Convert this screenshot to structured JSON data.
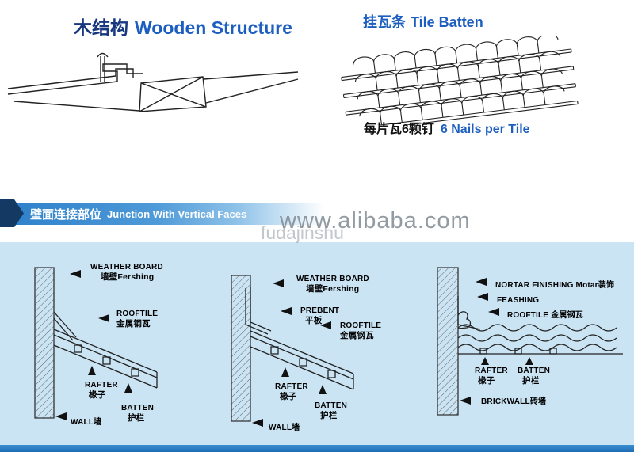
{
  "colors": {
    "title_blue": "#1d5fc0",
    "dark_navy": "#17387f",
    "banner_blue": "#2b7fca",
    "ribbon_navy": "#143a63",
    "panel_bg": "#cae4f4",
    "bottom_bar": "#2878c0",
    "line_dark": "#222222",
    "watermark_gray": "#8b949b"
  },
  "header": {
    "wooden_structure_zh": "木结构",
    "wooden_structure_en": "Wooden Structure",
    "tile_batten_zh": "挂瓦条",
    "tile_batten_en": "Tile Batten",
    "nails_zh": "每片瓦6颗钉",
    "nails_en": "6 Nails per Tile"
  },
  "banner": {
    "zh": "壁面连接部位",
    "en": "Junction With Vertical Faces"
  },
  "watermark": {
    "brand": "fudajinshu",
    "domain": "www.alibaba.com"
  },
  "diagram1": {
    "weather_board": "WEATHER BOARD",
    "weather_board_zh": "墙壁Fershing",
    "rooftile": "ROOFTILE",
    "rooftile_zh": "金属钢瓦",
    "rafter": "RAFTER",
    "rafter_zh": "椽子",
    "batten": "BATTEN",
    "batten_zh": "护栏",
    "wall": "WALL墙"
  },
  "diagram2": {
    "weather_board": "WEATHER BOARD",
    "weather_board_zh": "墙壁Fershing",
    "prebent": "PREBENT",
    "prebent_zh": "平板",
    "rooftile": "ROOFTILE",
    "rooftile_zh": "金属钢瓦",
    "rafter": "RAFTER",
    "rafter_zh": "椽子",
    "batten": "BATTEN",
    "batten_zh": "护栏",
    "wall": "WALL墙"
  },
  "diagram3": {
    "mortar": "NORTAR FINISHING Motar装饰",
    "flashing": "FEASHING",
    "rooftile": "ROOFTILE 金属钢瓦",
    "rafter": "RAFTER",
    "rafter_zh": "椽子",
    "batten": "BATTEN",
    "batten_zh": "护栏",
    "brickwall": "BRICKWALL砖墙"
  }
}
